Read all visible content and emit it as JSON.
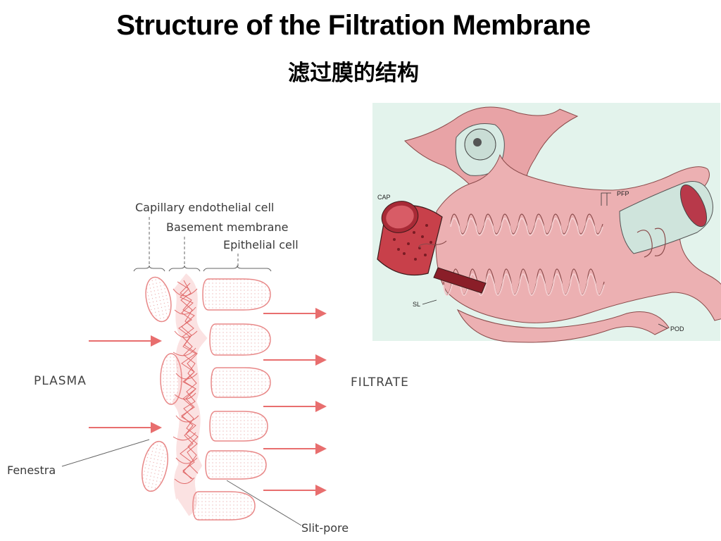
{
  "title": "Structure of the Filtration Membrane",
  "subtitle": "滤过膜的结构",
  "schematic": {
    "labels": {
      "capillary_endothelial_cell": "Capillary endothelial cell",
      "basement_membrane": "Basement membrane",
      "epithelial_cell": "Epithelial cell",
      "plasma": "PLASMA",
      "filtrate": "FILTRATE",
      "fenestra": "Fenestra",
      "slit_pore": "Slit-pore"
    }
  },
  "illustration": {
    "labels": {
      "cap": "CAP",
      "pfp": "PFP",
      "sl": "SL",
      "pod": "POD"
    }
  },
  "colors": {
    "cell_outline": "#e88888",
    "cell_fill": "#fdf0f0",
    "arrow": "#e86e6e",
    "panel_bg": "#e3f3ec",
    "podocyte": "#e8a3a6",
    "capillary": "#c8404a"
  }
}
